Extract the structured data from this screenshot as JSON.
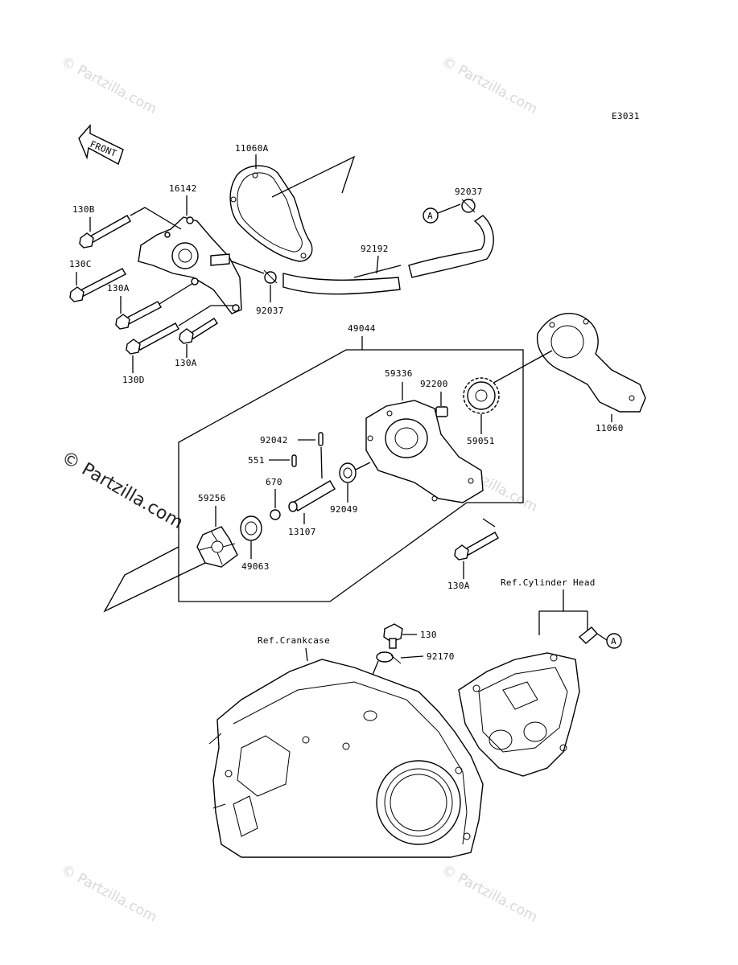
{
  "diagram_code": "E3031",
  "front_label": "FRONT",
  "watermark": "© Partzilla.com",
  "callout_marker": "A",
  "parts": {
    "p11060A": "11060A",
    "p16142": "16142",
    "p130B": "130B",
    "p130C": "130C",
    "p130A_1": "130A",
    "p130D": "130D",
    "p130A_2": "130A",
    "p92037_1": "92037",
    "p92037_2": "92037",
    "p92192": "92192",
    "p49044": "49044",
    "p59336": "59336",
    "p92200": "92200",
    "p59051": "59051",
    "p11060": "11060",
    "p92042": "92042",
    "p551": "551",
    "p670": "670",
    "p13107": "13107",
    "p92049": "92049",
    "p59256": "59256",
    "p49063": "49063",
    "p130A_3": "130A",
    "p130": "130",
    "p92170": "92170"
  },
  "references": {
    "cylinder_head": "Ref.Cylinder Head",
    "crankcase": "Ref.Crankcase"
  }
}
